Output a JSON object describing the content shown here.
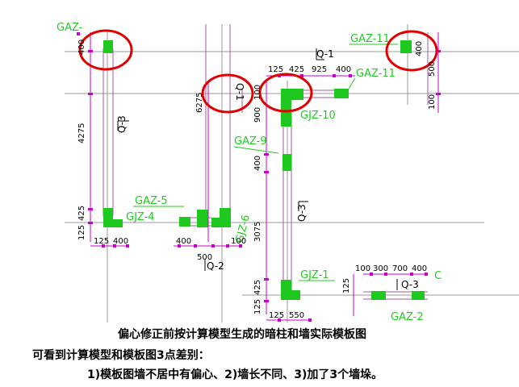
{
  "colors": {
    "grid": "#9a9a9a",
    "wall": "#a45aa0",
    "column": "#1ec81e",
    "dimension": "#cc00cc",
    "label_green": "#22cc22",
    "highlight_ring": "#e00000"
  },
  "labels": {
    "gaz_5": "GAZ-5",
    "gjz_4": "GJZ-4",
    "gjz_6": "GJZ-6",
    "gaz_9": "GAZ-9",
    "gjz_10": "GJZ-10",
    "gaz_11a": "GAZ-11",
    "gaz_11b": "GAZ-11",
    "gjz_1": "GJZ-1",
    "gaz_2": "GAZ-2",
    "gaz_partial": "C",
    "top_left_partial": "GAZ-"
  },
  "wall_tags": {
    "q1": "Q-1",
    "q2": "Q-2",
    "q3_left": "Q-3",
    "q3_mid": "Q-3",
    "q3_right": "Q-3",
    "q1_rotated": "Q-1"
  },
  "dims": {
    "d400_topleft": "400",
    "d4275": "4275",
    "d425_left": "425",
    "d125_left": "125",
    "d125_bot": "125",
    "d400_bot": "400",
    "d6275": "6275",
    "d400_mid": "400",
    "d100_mid": "100",
    "d500_mid": "500",
    "d3075": "3075",
    "d900": "900",
    "d100_c": "100",
    "d400_c": "400",
    "d125_top": "125",
    "d425_top": "425",
    "d925": "925",
    "d400_top": "400",
    "d125_lower": "125",
    "d425_lower": "425",
    "d125_bot2": "125",
    "d550": "550",
    "d125_r": "125",
    "d100_r": "100",
    "d300_r": "300",
    "d700_r": "700",
    "d400_r": "400",
    "d400_tr": "400",
    "d500_tr": "500",
    "d100_tr": "100"
  },
  "caption": {
    "line1": "偏心修正前按计算模型生成的暗柱和墙实际模板图",
    "line2": "可看到计算模型和模板图3点差别：",
    "line3": "1)模板图墙不居中有偏心、2)墙长不同、3)加了3个墙垛。"
  }
}
